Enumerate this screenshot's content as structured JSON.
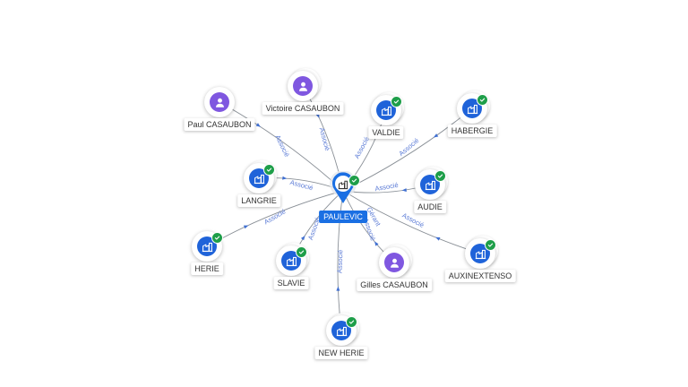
{
  "colors": {
    "edge": "#8a9097",
    "edge_label": "#5b7bd6",
    "arrow": "#3f6fd1",
    "company": "#1f63d9",
    "person": "#7f57e0",
    "check": "#1e9e49",
    "center": "#1a6fe3"
  },
  "center": {
    "label": "PAULEVIC",
    "icon": "building-icon",
    "badge_icon": "check-icon"
  },
  "nodes": [
    {
      "id": "paul-casaubon",
      "label": "Paul CASAUBON",
      "type": "person",
      "icon": "person-icon",
      "verified": false,
      "ghost": false,
      "edge_label": "Associé"
    },
    {
      "id": "victoire-casaubon",
      "label": "Victoire CASAUBON",
      "type": "person",
      "icon": "person-icon",
      "verified": false,
      "ghost": true,
      "edge_label": "Associé"
    },
    {
      "id": "valdie",
      "label": "VALDIE",
      "type": "company",
      "icon": "building-icon",
      "verified": true,
      "ghost": true,
      "edge_label": "Associé"
    },
    {
      "id": "habergie",
      "label": "HABERGIE",
      "type": "company",
      "icon": "building-icon",
      "verified": true,
      "ghost": true,
      "edge_label": "Associé"
    },
    {
      "id": "langrie",
      "label": "LANGRIE",
      "type": "company",
      "icon": "building-icon",
      "verified": true,
      "ghost": true,
      "edge_label": "Associé"
    },
    {
      "id": "audie",
      "label": "AUDIE",
      "type": "company",
      "icon": "building-icon",
      "verified": true,
      "ghost": true,
      "edge_label": "Associé"
    },
    {
      "id": "herie",
      "label": "HERIE",
      "type": "company",
      "icon": "building-icon",
      "verified": true,
      "ghost": false,
      "edge_label": "Associé"
    },
    {
      "id": "slavie",
      "label": "SLAVIE",
      "type": "company",
      "icon": "building-icon",
      "verified": true,
      "ghost": true,
      "edge_label": "Associé"
    },
    {
      "id": "gilles-casaubon",
      "label": "Gilles CASAUBON",
      "type": "person",
      "icon": "person-icon",
      "verified": false,
      "ghost": true,
      "edge_label": "Associé",
      "edge_label_2": "Gérant"
    },
    {
      "id": "auxinextenso",
      "label": "AUXINEXTENSO",
      "type": "company",
      "icon": "building-icon",
      "verified": true,
      "ghost": true,
      "edge_label": "Associé"
    },
    {
      "id": "new-herie",
      "label": "NEW HERIE",
      "type": "company",
      "icon": "building-icon",
      "verified": true,
      "ghost": true,
      "edge_label": "Associé"
    }
  ]
}
